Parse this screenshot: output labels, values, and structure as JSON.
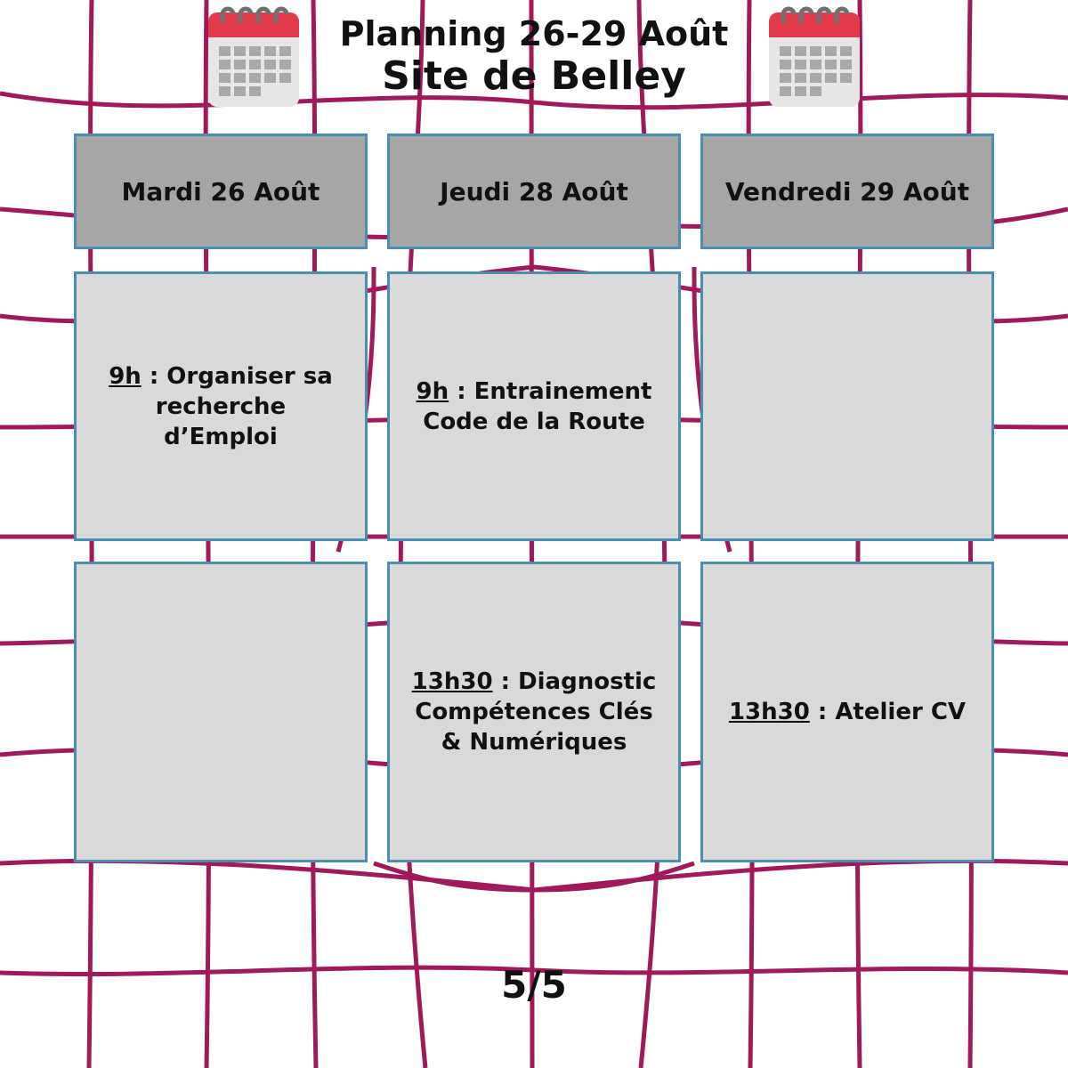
{
  "header": {
    "title": "Planning 26-29 Août",
    "subtitle": "Site de Belley"
  },
  "icons": {
    "left": "calendar-icon",
    "right": "calendar-icon"
  },
  "colors": {
    "grid_lines": "#a0195a",
    "header_cell": "#a6a6a6",
    "event_cell": "#d9d9d9",
    "cell_border": "#4a90ad",
    "calendar_top": "#e23a4a",
    "calendar_body": "#e6e6e6"
  },
  "days": [
    {
      "label": "Mardi 26 Août"
    },
    {
      "label": "Jeudi 28 Août"
    },
    {
      "label": "Vendredi 29 Août"
    }
  ],
  "morning": [
    {
      "time": "9h",
      "text": " : Organiser sa recherche d’Emploi"
    },
    {
      "time": "9h",
      "text": " : Entrainement Code de la Route"
    },
    {
      "time": "",
      "text": ""
    }
  ],
  "afternoon": [
    {
      "time": "",
      "text": ""
    },
    {
      "time": "13h30",
      "text": " : Diagnostic Compétences Clés & Numériques"
    },
    {
      "time": "13h30",
      "text": " : Atelier CV"
    }
  ],
  "footer": {
    "page": "5/5"
  }
}
